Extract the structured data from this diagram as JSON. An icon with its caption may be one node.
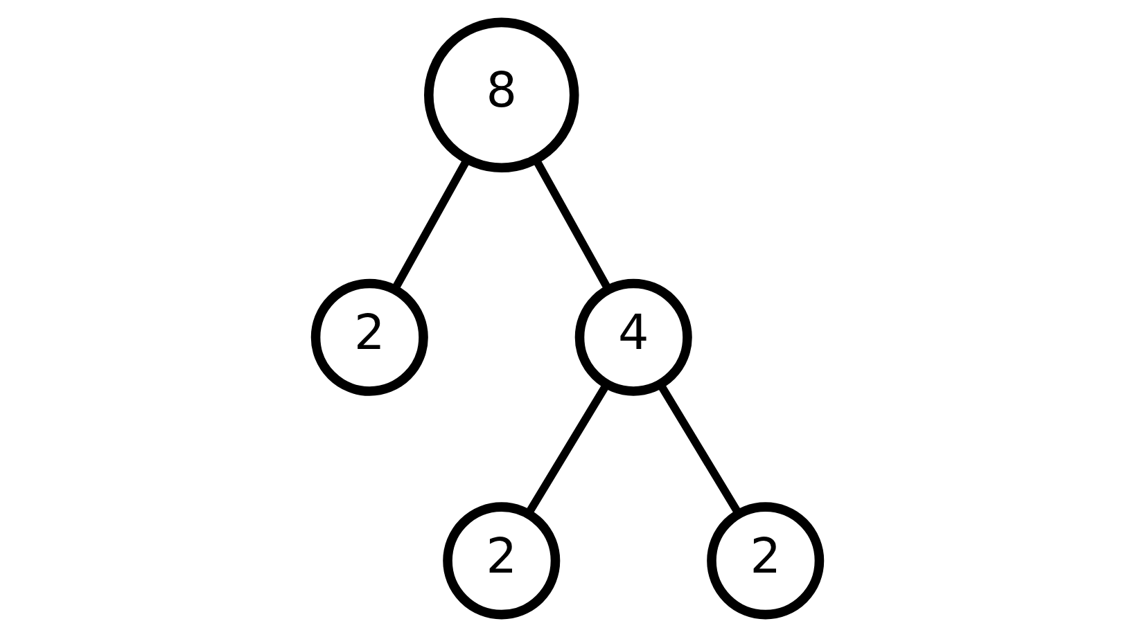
{
  "diagram": {
    "nodes": [
      {
        "text": [
          "8"
        ]
      },
      {
        "text": [
          "2"
        ]
      },
      {
        "text": [
          "4"
        ]
      },
      {
        "text": [
          "2"
        ]
      },
      {
        "text": [
          "2"
        ]
      }
    ],
    "edges": [
      {
        "from": 0,
        "to": 1,
        "arrow": "none"
      },
      {
        "from": 0,
        "to": 2,
        "arrow": "none"
      },
      {
        "from": 2,
        "to": 3,
        "arrow": "none"
      },
      {
        "from": 2,
        "to": 4,
        "arrow": "none"
      }
    ]
  }
}
